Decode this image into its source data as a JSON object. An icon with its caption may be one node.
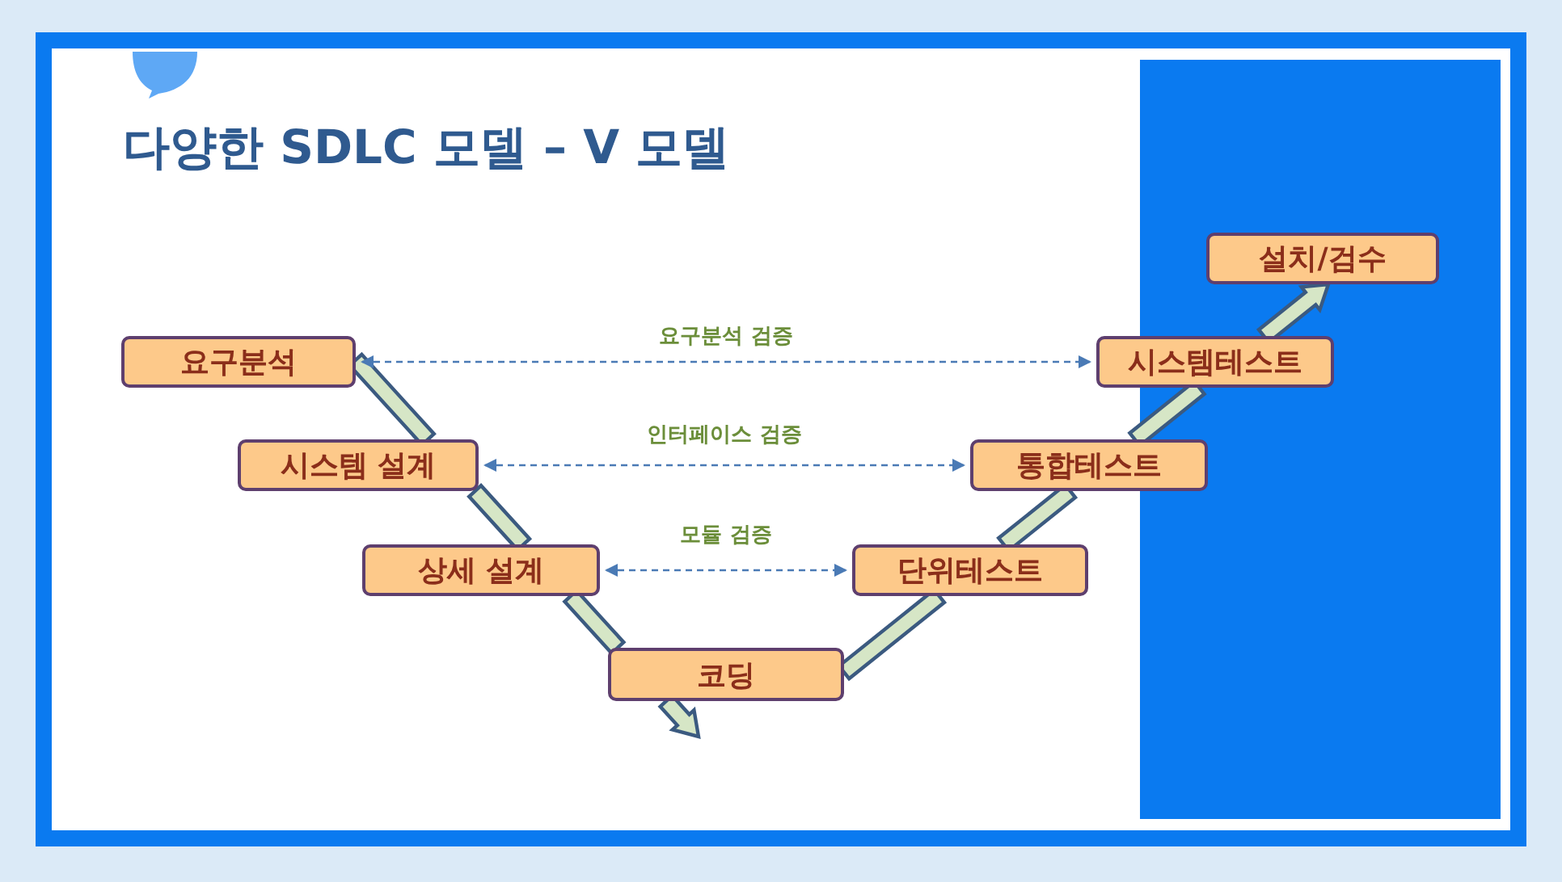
{
  "diagram": {
    "title": "다양한 SDLC 모델 – V 모델",
    "nodes": [
      {
        "text": [
          "요구분석"
        ]
      },
      {
        "text": [
          "시스템 설계"
        ]
      },
      {
        "text": [
          "상세 설계"
        ]
      },
      {
        "text": [
          "코딩"
        ]
      },
      {
        "text": [
          "단위테스트"
        ]
      },
      {
        "text": [
          "통합테스트"
        ]
      },
      {
        "text": [
          "시스템테스트"
        ]
      },
      {
        "text": [
          "설치/검수"
        ]
      }
    ],
    "edges": [
      {
        "from": 0,
        "to": 1,
        "arrow": "none"
      },
      {
        "from": 1,
        "to": 2,
        "arrow": "none"
      },
      {
        "from": 2,
        "to": 3,
        "arrow": "none"
      },
      {
        "from": 3,
        "to": null,
        "arrow": "to"
      },
      {
        "from": 3,
        "to": 4,
        "arrow": "none"
      },
      {
        "from": 4,
        "to": 5,
        "arrow": "none"
      },
      {
        "from": 5,
        "to": 6,
        "arrow": "none"
      },
      {
        "from": 6,
        "to": 7,
        "arrow": "to"
      },
      {
        "from": 0,
        "to": 6,
        "arrow": "both",
        "label": "요구분석 검증",
        "style": "dashed",
        "color": "#4a7ab5"
      },
      {
        "from": 1,
        "to": 5,
        "arrow": "both",
        "label": "인터페이스 검증",
        "style": "dashed",
        "color": "#4a7ab5"
      },
      {
        "from": 2,
        "to": 4,
        "arrow": "both",
        "label": "모듈 검증",
        "style": "dashed",
        "color": "#4a7ab5"
      }
    ]
  }
}
